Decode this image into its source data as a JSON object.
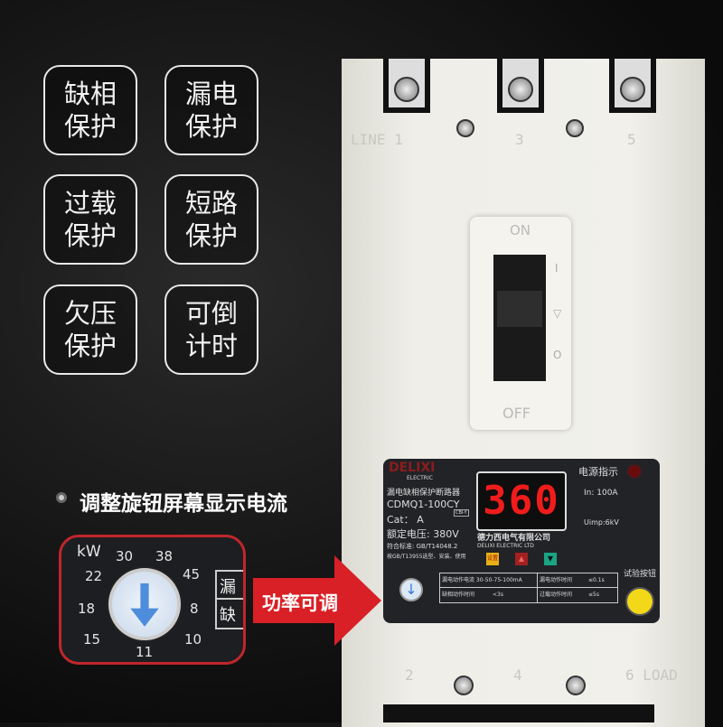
{
  "features": [
    "缺相\n保护",
    "漏电\n保护",
    "过载\n保护",
    "短路\n保护",
    "欠压\n保护",
    "可倒\n计时"
  ],
  "features_lines": [
    [
      "缺相",
      "保护"
    ],
    [
      "漏电",
      "保护"
    ],
    [
      "过载",
      "保护"
    ],
    [
      "短路",
      "保护"
    ],
    [
      "欠压",
      "保护"
    ],
    [
      "可倒",
      "计时"
    ]
  ],
  "caption": "调整旋钮屏幕显示电流",
  "arrow_label": "功率可调",
  "breaker": {
    "top_labels": [
      "LINE 1",
      "3",
      "5"
    ],
    "bottom_labels": [
      "2",
      "4",
      "6 LOAD"
    ],
    "on": "ON",
    "off": "OFF",
    "marks": [
      "I",
      "▽",
      "O"
    ]
  },
  "panel": {
    "brand": "DELIXI",
    "brand_sub": "ELECTRIC",
    "product": "漏电缺相保护断路器",
    "model": "CDMQ1-100CY",
    "cbi": "CBI-Y",
    "cat": "Cat： A",
    "voltage": "额定电压:  380V",
    "standard": "符合标准: GB/T14048.2",
    "standard2": "按GB/T13955选型、安装、使用",
    "display": "360",
    "power_indicator": "电源指示",
    "in": "In: 100A",
    "uimp": "Uimp:6kV",
    "company": "德力西电气有限公司",
    "company_en": "DELIXI ELECTRIC LTD",
    "buttons": [
      "设置",
      "▲",
      "▼"
    ],
    "test_button": "试验按钮",
    "table": [
      [
        "漏电动作电流 30-50-75-100mA",
        "漏电动作时间",
        "≤0.1s"
      ],
      [
        "缺相动作时间",
        "<3s",
        "过载动作时间",
        "≤5s"
      ]
    ]
  },
  "dial": {
    "unit": "kW",
    "values": [
      "30",
      "38",
      "45",
      "8",
      "10",
      "11",
      "15",
      "18",
      "22"
    ],
    "side": [
      "漏",
      "缺"
    ]
  },
  "colors": {
    "display": "#f01c1c",
    "inset_border": "#c0262b",
    "test_button": "#f3d81a",
    "arrow": "#d92026"
  }
}
